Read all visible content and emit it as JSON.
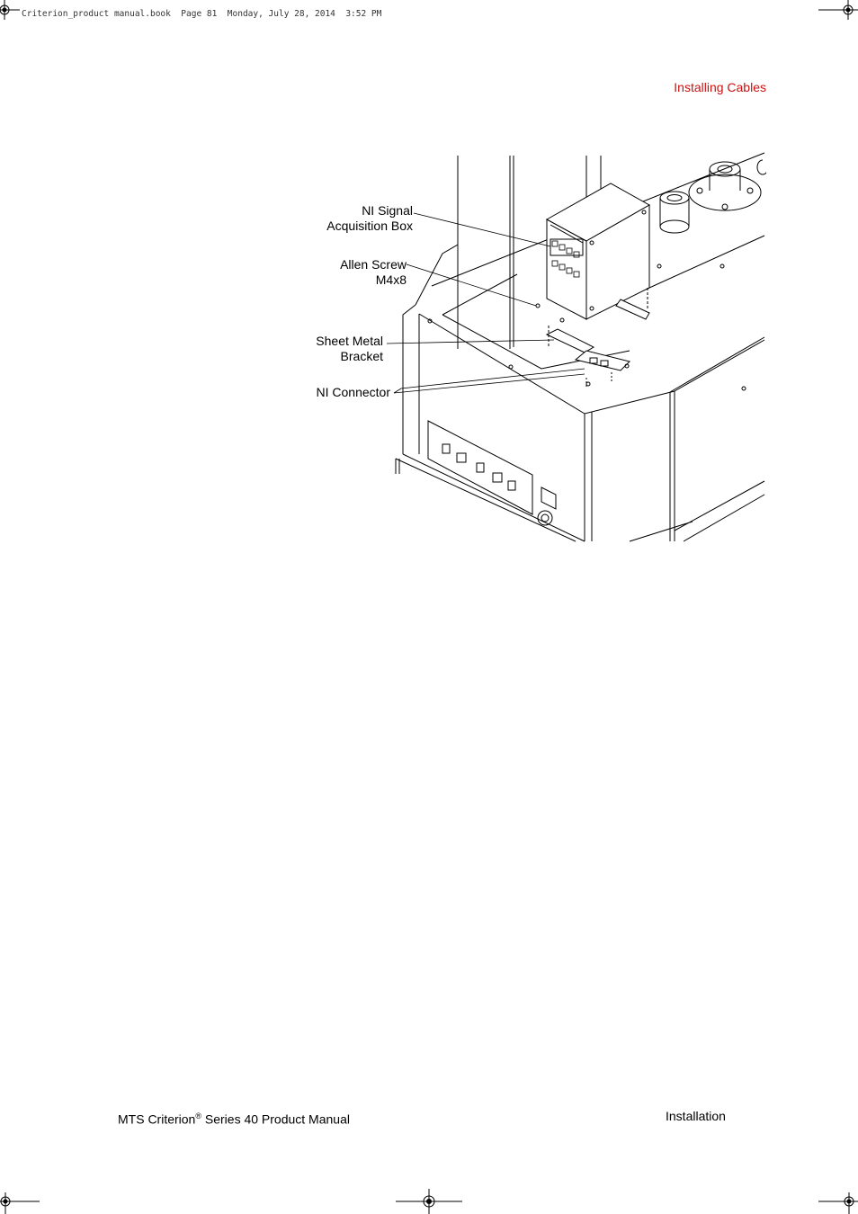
{
  "header": {
    "book_meta": "Criterion_product manual.book  Page 81  Monday, July 28, 2014  3:52 PM",
    "section_title": "Installing Cables"
  },
  "figure": {
    "callouts": {
      "ni_signal_line1": "NI Signal",
      "ni_signal_line2": "Acquisition Box",
      "allen_screw_line1": "Allen Screw",
      "allen_screw_line2": "M4x8",
      "bracket_line1": "Sheet Metal",
      "bracket_line2": "Bracket",
      "ni_connector": "NI Connector"
    }
  },
  "footer": {
    "manual_prefix": "MTS Criterion",
    "registered_mark": "®",
    "manual_suffix": " Series 40 Product Manual",
    "chapter": "Installation"
  }
}
